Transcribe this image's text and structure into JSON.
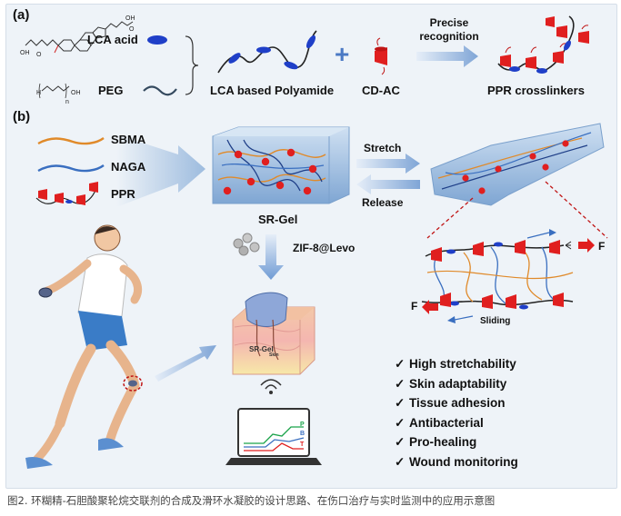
{
  "panel_a": {
    "label": "(a)",
    "lca_acid": "LCA acid",
    "peg": "PEG",
    "polyamide": "LCA based Polyamide",
    "plus": "+",
    "cdac": "CD-AC",
    "precise_recognition": "Precise\nrecognition",
    "ppr_crosslinkers": "PPR crosslinkers"
  },
  "panel_b": {
    "label": "(b)",
    "sbma": "SBMA",
    "naga": "NAGA",
    "ppr": "PPR",
    "sr_gel": "SR-Gel",
    "stretch": "Stretch",
    "release": "Release",
    "zif": "ZIF-8@Levo",
    "sliding": "Sliding",
    "force_label": "F",
    "skin_gel_label": "SR-Gel",
    "skin_label": "Skin",
    "monitor_P": "P",
    "monitor_B": "B",
    "monitor_T": "T"
  },
  "properties": [
    "High stretchability",
    "Skin adaptability",
    "Tissue adhesion",
    "Antibacterial",
    "Pro-healing",
    "Wound monitoring"
  ],
  "check_glyph": "✓",
  "caption": "图2. 环糊精-石胆酸聚轮烷交联剂的合成及滑环水凝胶的设计思路、在伤口治疗与实时监测中的应用示意图",
  "colors": {
    "ellipse_blue": "#1f3fc8",
    "cd_red": "#e01f1f",
    "sbma_orange": "#e08a2a",
    "naga_blue": "#3a6fc0",
    "arrow_blue": "#8fb1da",
    "gel_blue": "#a9c6e8"
  }
}
